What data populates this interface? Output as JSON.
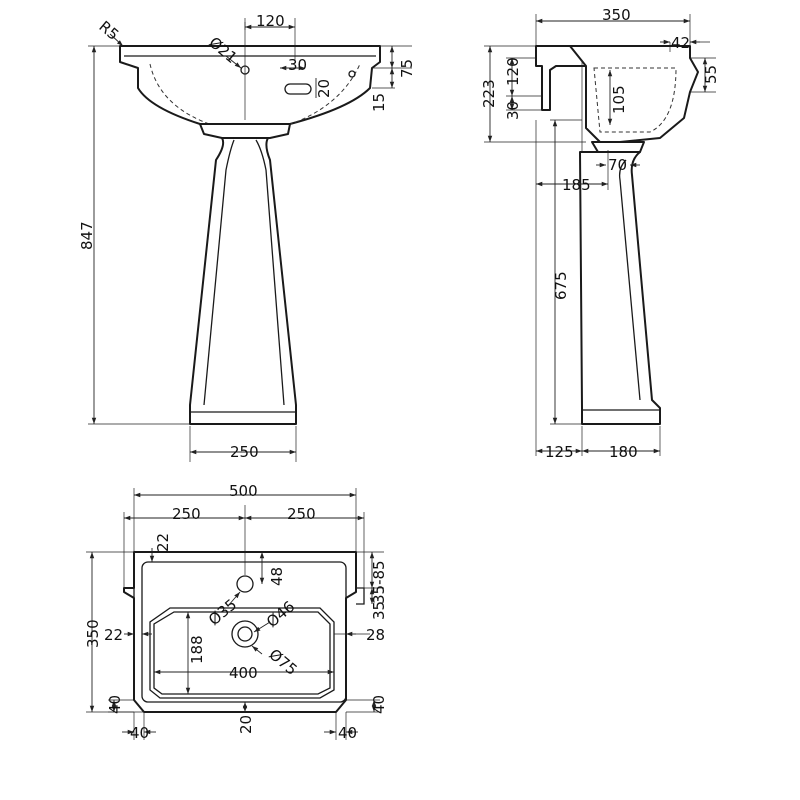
{
  "front_view": {
    "corner_radius": "R5",
    "tap_hole_dia": "Ø21",
    "d120": "120",
    "d30": "30",
    "d20": "20",
    "d75": "75",
    "d15": "15",
    "height_847": "847",
    "base_250": "250"
  },
  "side_view": {
    "depth_350": "350",
    "d42": "42",
    "d55": "55",
    "d223": "223",
    "d120": "120",
    "d30": "30",
    "d105": "105",
    "d70": "70",
    "d185": "185",
    "d675": "675",
    "d125": "125",
    "d180": "180"
  },
  "plan_view": {
    "width_500": "500",
    "half_250_left": "250",
    "half_250_right": "250",
    "d22_top": "22",
    "d48": "48",
    "d35_85": "35-85",
    "tap_dia_35": "Ø35",
    "waste_dia_46": "Ø46",
    "d35_28_stack": "35",
    "d28": "28",
    "d22_left": "22",
    "depth_350": "350",
    "bowl_188": "188",
    "bowl_400": "400",
    "overflow_dia_75": "Ø75",
    "d40_left_v": "40",
    "d40_left_h": "40",
    "d20": "20",
    "d40_right_h": "40",
    "d40_right_v": "40"
  }
}
